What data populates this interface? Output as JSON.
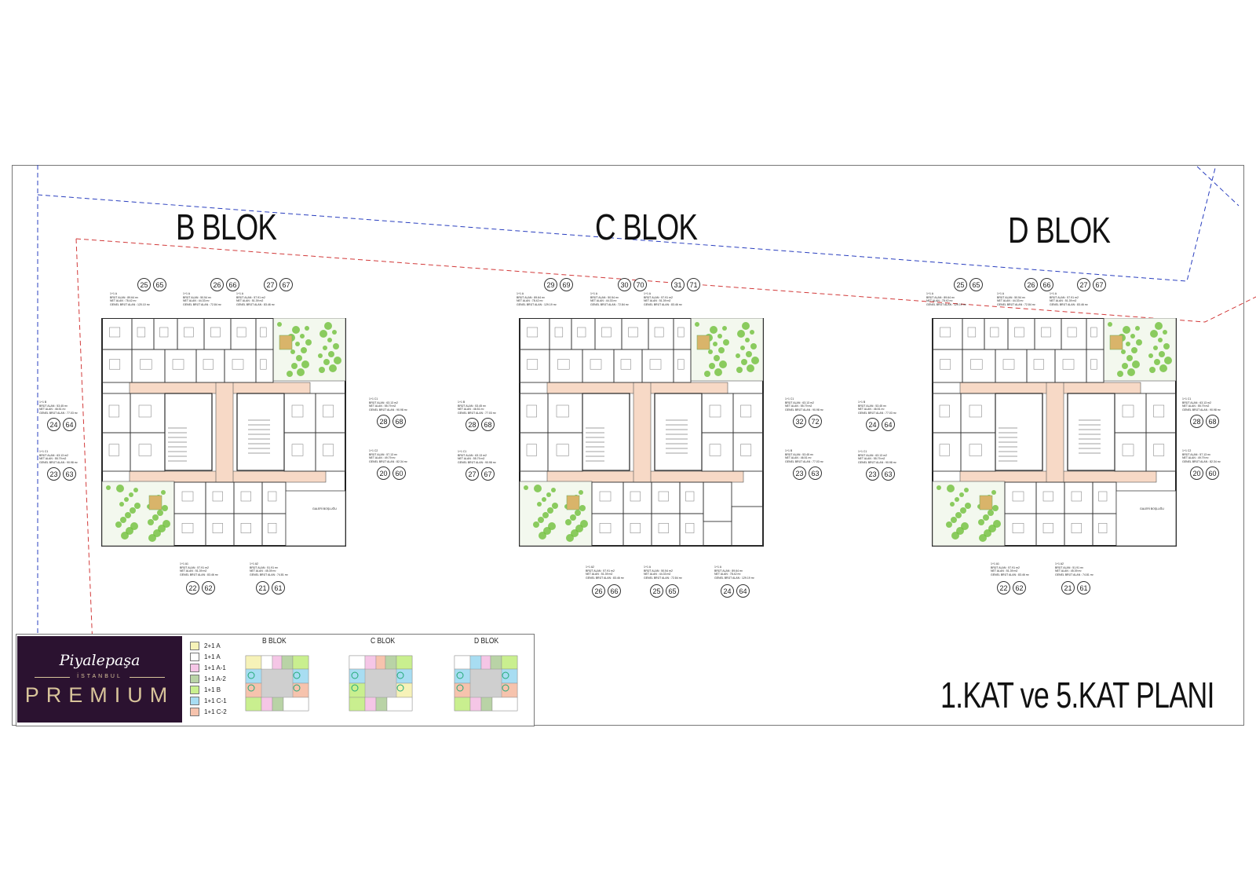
{
  "blocks": [
    {
      "title": "B BLOK",
      "top_units": [
        {
          "label": "1+1 A\nBRÜT ALAN : 89.64 m²\nNET ALAN : 78.42 m²\nGENEL BRÜT ALAN : 120.10 m²",
          "numbers": [
            "25",
            "65"
          ]
        },
        {
          "label": "1+1 A\nBRÜT ALAN : 50.54 m²\nNET ALAN : 44.33 m²\nGENEL BRÜT ALAN : 72.84 m²",
          "numbers": [
            "26",
            "66"
          ]
        },
        {
          "label": "1+1 A\nBRÜT ALAN : 57.91 m2\nNET ALAN : 51.39 m2\nGENEL BRÜT ALAN : 83.46 m²",
          "numbers": [
            "27",
            "67"
          ]
        }
      ],
      "left_units": [
        {
          "label": "1+1 B\nBRÜT ALAN : 53.45 m²\nNET ALAN : 46.51 m²\nGENEL BRÜT ALAN : 77.03 m²",
          "numbers": [
            "24",
            "64"
          ]
        },
        {
          "label": "1+1 C1\nBRÜT ALAN : 63.13 m2\nNET ALAN : 55.79 m2\nGENEL BRÜT ALAN : 90.98 m²",
          "numbers": [
            "23",
            "63"
          ]
        }
      ],
      "right_units": [
        {
          "label": "1+1 C1\nBRÜT ALAN : 63.13 m2\nNET ALAN : 55.79 m2\nGENEL BRÜT ALAN : 90.98 m²",
          "numbers": [
            "28",
            "68"
          ]
        },
        {
          "label": "1+1 C2\nBRÜT ALAN : 57.13 m²\nNET ALAN : 49.79 m²\nGENEL BRÜT ALAN : 82.34 m²",
          "numbers": [
            "20",
            "60"
          ]
        }
      ],
      "bottom_units": [
        {
          "label": "1+1 A1\nBRÜT ALAN : 57.91 m2\nNET ALAN : 51.39 m2\nGENEL BRÜT ALAN : 83.46 m²",
          "numbers": [
            "22",
            "62"
          ]
        },
        {
          "label": "1+1 A2\nBRÜT ALAN : 51.91 m²\nNET ALAN : 45.39 m²\nGENEL BRÜT ALAN : 74.81 m²",
          "numbers": [
            "21",
            "61"
          ]
        }
      ],
      "galeri": "GALERİ BOŞLUĞU"
    },
    {
      "title": "C BLOK",
      "top_units": [
        {
          "label": "1+1 A\nBRÜT ALAN : 89.64 m²\nNET ALAN : 78.42 m²\nGENEL BRÜT ALAN : 129.19 m²",
          "numbers": [
            "29",
            "69"
          ]
        },
        {
          "label": "1+1 A\nBRÜT ALAN : 50.54 m²\nNET ALAN : 44.33 m²\nGENEL BRÜT ALAN : 72.84 m²",
          "numbers": [
            "30",
            "70"
          ]
        },
        {
          "label": "1+1 A\nBRÜT ALAN : 57.91 m2\nNET ALAN : 51.39 m2\nGENEL BRÜT ALAN : 83.46 m²",
          "numbers": [
            "31",
            "71"
          ]
        }
      ],
      "left_units": [
        {
          "label": "1+1 B\nBRÜT ALAN : 53.45 m²\nNET ALAN : 46.51 m²\nGENEL BRÜT ALAN : 77.03 m²",
          "numbers": [
            "28",
            "68"
          ]
        },
        {
          "label": "1+1 C1\nBRÜT ALAN : 63.13 m2\nNET ALAN : 55.79 m2\nGENEL BRÜT ALAN : 90.98 m²",
          "numbers": [
            "27",
            "67"
          ]
        }
      ],
      "right_units": [
        {
          "label": "1+1 C1\nBRÜT ALAN : 63.13 m2\nNET ALAN : 55.79 m2\nGENEL BRÜT ALAN : 90.98 m²",
          "numbers": [
            "32",
            "72"
          ]
        },
        {
          "label": "1+1 B\nBRÜT ALAN : 53.45 m²\nNET ALAN : 46.51 m²\nGENEL BRÜT ALAN : 77.03 m²",
          "numbers": [
            "23",
            "63"
          ]
        }
      ],
      "bottom_units": [
        {
          "label": "1+1 A2\nBRÜT ALAN : 57.91 m2\nNET ALAN : 51.39 m2\nGENEL BRÜT ALAN : 83.46 m²",
          "numbers": [
            "26",
            "66"
          ]
        },
        {
          "label": "1+1 A\nBRÜT ALAN : 50.54 m2\nNET ALAN : 44.33 m2\nGENEL BRÜT ALAN : 72.84 m²",
          "numbers": [
            "25",
            "65"
          ]
        },
        {
          "label": "1+1 A\nBRÜT ALAN : 89.64 m²\nNET ALAN : 78.42 m²\nGENEL BRÜT ALAN : 129.19 m²",
          "numbers": [
            "24",
            "64"
          ]
        }
      ],
      "galeri": ""
    },
    {
      "title": "D BLOK",
      "top_units": [
        {
          "label": "1+1 A\nBRÜT ALAN : 89.64 m²\nNET ALAN : 78.42 m²\nGENEL BRÜT ALAN : 129.19 m²",
          "numbers": [
            "25",
            "65"
          ]
        },
        {
          "label": "1+1 A\nBRÜT ALAN : 50.54 m²\nNET ALAN : 44.33 m²\nGENEL BRÜT ALAN : 72.84 m²",
          "numbers": [
            "26",
            "66"
          ]
        },
        {
          "label": "1+1 A\nBRÜT ALAN : 57.91 m2\nNET ALAN : 51.39 m2\nGENEL BRÜT ALAN : 83.46 m²",
          "numbers": [
            "27",
            "67"
          ]
        }
      ],
      "left_units": [
        {
          "label": "1+1 B\nBRÜT ALAN : 53.45 m²\nNET ALAN : 46.51 m²\nGENEL BRÜT ALAN : 77.03 m²",
          "numbers": [
            "24",
            "64"
          ]
        },
        {
          "label": "1+1 C1\nBRÜT ALAN : 63.13 m2\nNET ALAN : 55.79 m2\nGENEL BRÜT ALAN : 90.98 m²",
          "numbers": [
            "23",
            "63"
          ]
        }
      ],
      "right_units": [
        {
          "label": "1+1 C1\nBRÜT ALAN : 63.13 m2\nNET ALAN : 55.79 m2\nGENEL BRÜT ALAN : 90.98 m²",
          "numbers": [
            "28",
            "68"
          ]
        },
        {
          "label": "1+1 C2\nBRÜT ALAN : 57.13 m²\nNET ALAN : 49.79 m²\nGENEL BRÜT ALAN : 82.34 m²",
          "numbers": [
            "20",
            "60"
          ]
        }
      ],
      "bottom_units": [
        {
          "label": "1+1 A1\nBRÜT ALAN : 57.91 m2\nNET ALAN : 51.39 m2\nGENEL BRÜT ALAN : 83.46 m²",
          "numbers": [
            "22",
            "62"
          ]
        },
        {
          "label": "1+1 A2\nBRÜT ALAN : 51.91 m²\nNET ALAN : 45.39 m²\nGENEL BRÜT ALAN : 74.81 m²",
          "numbers": [
            "21",
            "61"
          ]
        }
      ],
      "galeri": "GALERİ BOŞLUĞU"
    }
  ],
  "brand": {
    "script": "Piyalepaşa",
    "city": "İSTANBUL",
    "name": "PREMIUM"
  },
  "legend": [
    {
      "label": "2+1 A",
      "color": "#f6f2b8"
    },
    {
      "label": "1+1 A",
      "color": "#ffffff"
    },
    {
      "label": "1+1 A-1",
      "color": "#f5c6e6"
    },
    {
      "label": "1+1 A-2",
      "color": "#b9d3a6"
    },
    {
      "label": "1+1 B",
      "color": "#c9ef8f"
    },
    {
      "label": "1+1 C-1",
      "color": "#a8ddf2"
    },
    {
      "label": "1+1 C-2",
      "color": "#f6c3ad"
    }
  ],
  "mini_titles": [
    "B BLOK",
    "C BLOK",
    "D BLOK"
  ],
  "plan_title": "1.KAT ve 5.KAT PLANI",
  "colors": {
    "corridor": "#f7d9c6",
    "garden": "#6fbf3a",
    "boundary_blue": "#2a3fbf",
    "boundary_red": "#d23a3a",
    "brand_bg": "#2b1230",
    "brand_gold": "#d8c49a"
  }
}
